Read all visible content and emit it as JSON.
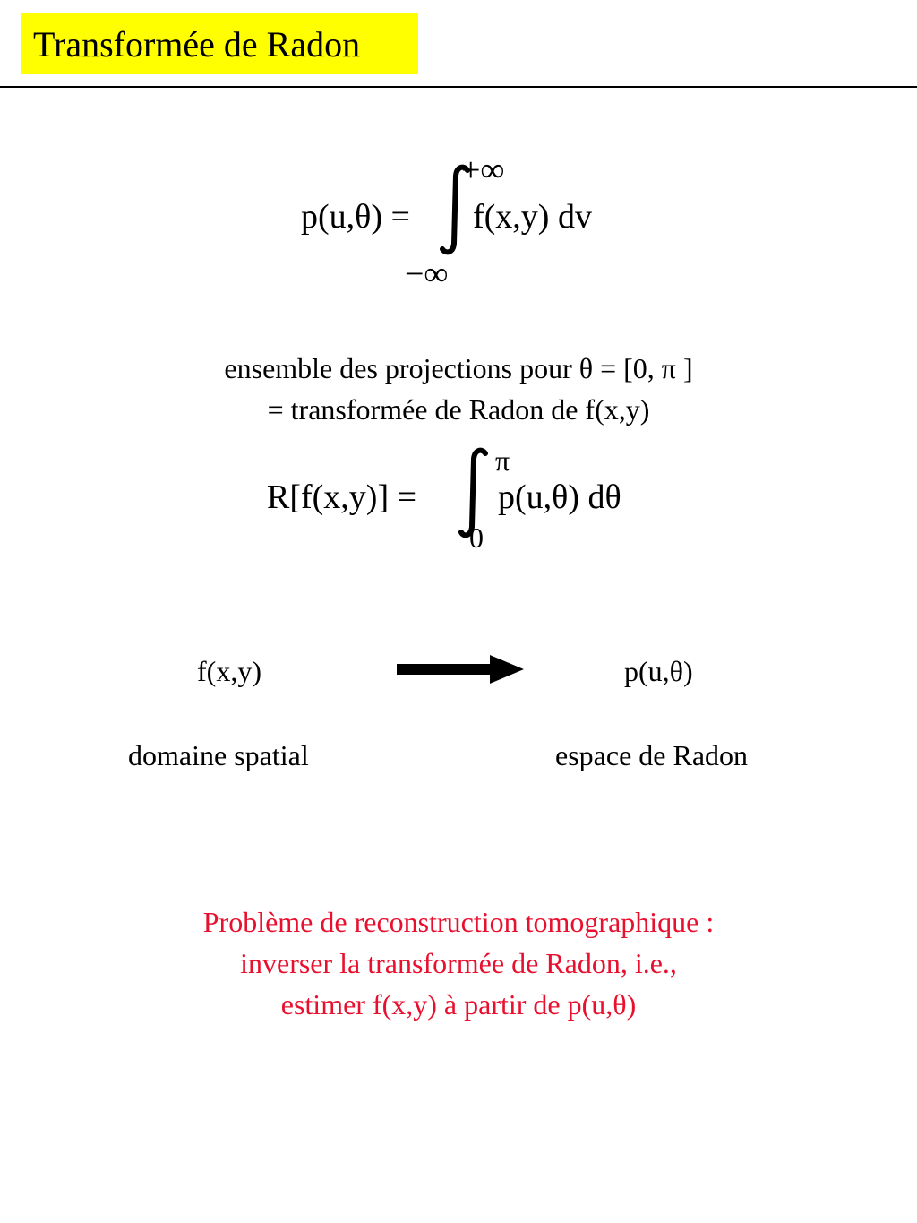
{
  "title": "Transformée de Radon",
  "colors": {
    "title_background": "#ffff00",
    "highlight_text": "#e8102e",
    "text": "#000000"
  },
  "formula1": {
    "lhs": "p(u,θ) =",
    "integrand": "f(x,y) dv",
    "upper_limit": "+∞",
    "lower_limit": "−∞"
  },
  "explanation": {
    "line1": "ensemble des projections pour θ = [0, π ]",
    "line2": "= transformée de Radon de f(x,y)"
  },
  "formula2": {
    "lhs": "R[f(x,y)] =",
    "integrand": "p(u,θ) dθ",
    "upper_limit": "π",
    "lower_limit": "0"
  },
  "mapping": {
    "source": "f(x,y)",
    "target": "p(u,θ)",
    "source_domain": "domaine spatial",
    "target_domain": "espace de Radon",
    "arrow_icon": "right-arrow-icon"
  },
  "problem": {
    "line1": "Problème de reconstruction tomographique :",
    "line2": "inverser la transformée de Radon, i.e.,",
    "line3": "estimer f(x,y) à partir de p(u,θ)"
  }
}
